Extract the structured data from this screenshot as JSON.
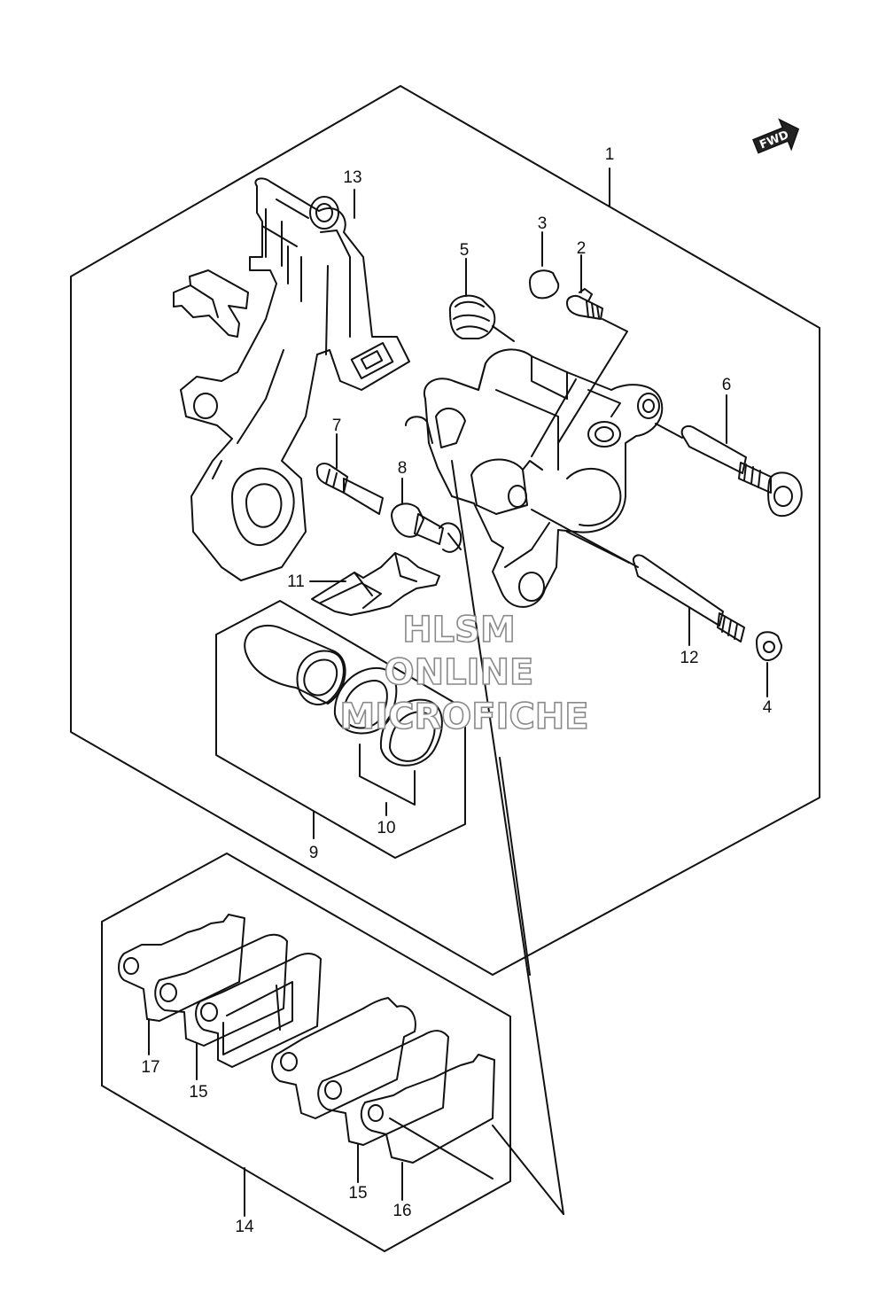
{
  "callouts": {
    "c1": "1",
    "c2": "2",
    "c3": "3",
    "c4": "4",
    "c5": "5",
    "c6": "6",
    "c7": "7",
    "c8": "8",
    "c9": "9",
    "c10": "10",
    "c11": "11",
    "c12": "12",
    "c13": "13",
    "c14": "14",
    "c15a": "15",
    "c15b": "15",
    "c16": "16",
    "c17": "17"
  },
  "fwd_label": "FWD",
  "watermark": {
    "line1": "HLSM",
    "line2": "ONLINE",
    "line3": "MICROFICHE"
  },
  "colors": {
    "line": "#111111",
    "background": "#ffffff",
    "watermark_stroke": "#8a8a8a"
  }
}
